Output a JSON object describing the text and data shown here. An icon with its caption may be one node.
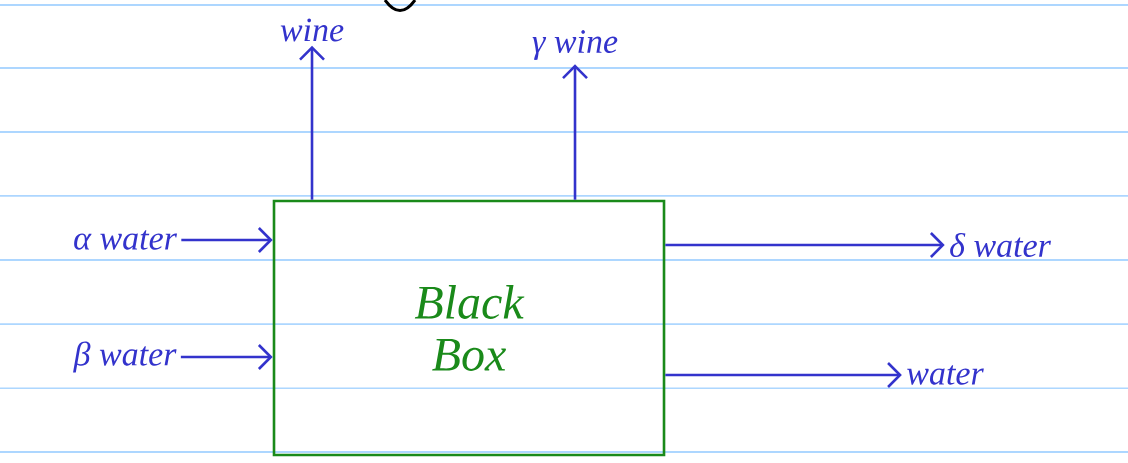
{
  "diagram": {
    "nodes": [
      {
        "text": [
          "Black Box"
        ]
      },
      {
        "text": [
          "α water"
        ]
      },
      {
        "text": [
          "β water"
        ]
      },
      {
        "text": [
          "wine"
        ]
      },
      {
        "text": [
          "γ wine"
        ]
      },
      {
        "text": [
          "δ water"
        ]
      },
      {
        "text": [
          "water"
        ]
      }
    ],
    "edges": [
      {
        "from": 1,
        "to": 0,
        "arrow": "to"
      },
      {
        "from": 2,
        "to": 0,
        "arrow": "to"
      },
      {
        "from": 0,
        "to": 3,
        "arrow": "to"
      },
      {
        "from": 0,
        "to": 4,
        "arrow": "to"
      },
      {
        "from": 0,
        "to": 5,
        "arrow": "to"
      },
      {
        "from": 0,
        "to": 6,
        "arrow": "to"
      }
    ]
  }
}
